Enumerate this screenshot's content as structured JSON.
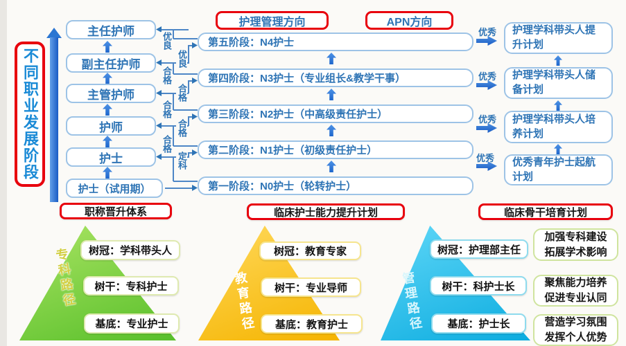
{
  "banner": {
    "text": "不同职业发展阶段"
  },
  "ladder": {
    "boxes": [
      "主任护师",
      "副主任护师",
      "主管护师",
      "护师",
      "护士",
      "护士（试用期）"
    ]
  },
  "directions": {
    "management": "护理管理方向",
    "apn": "APN方向"
  },
  "stages": [
    "第五阶段：N4护士",
    "第四阶段：N3护士（专业组长&教学干事）",
    "第三阶段：N2护士（中高级责任护士）",
    "第二阶段：N1护士（初级责任护士）",
    "第一阶段：N0护士（轮转护士）"
  ],
  "gates": [
    "优良",
    "优良",
    "合格",
    "合格",
    "合格",
    "合格",
    "合格",
    "定科"
  ],
  "excellence": [
    "优秀",
    "优秀",
    "优秀",
    "优秀"
  ],
  "plans": [
    "护理学科带头人提升计划",
    "护理学科带头人储备计划",
    "护理学科带头人培养计划",
    "优秀青年护士起航计划"
  ],
  "sections": [
    "职称晋升体系",
    "临床护士能力提升计划",
    "临床骨干培育计划"
  ],
  "pyramids": [
    {
      "path": "专科路径",
      "levels": [
        "树冠：学科带头人",
        "树干：专科护士",
        "基底：专业护士"
      ]
    },
    {
      "path": "教育路径",
      "levels": [
        "树冠：教育专家",
        "树干：专业导师",
        "基底：教育护士"
      ]
    },
    {
      "path": "管理路径",
      "levels": [
        "树冠：护理部主任",
        "树干：科护士长",
        "基底：护士长"
      ]
    }
  ],
  "outcomes": [
    {
      "line1": "加强专科建设",
      "line2": "拓展学术影响"
    },
    {
      "line1": "聚焦能力培养",
      "line2": "促进专业认同"
    },
    {
      "line1": "营造学习氛围",
      "line2": "发挥个人优势"
    }
  ],
  "colors": {
    "red": "#e8000d",
    "blue_text": "#2e74b5",
    "light_blue_border": "#9dc3e6",
    "banner_blue": "#1a8ad6",
    "arrow_blue": "#2b76d2",
    "green": "#6cc433",
    "yellow": "#f7b801",
    "cyan": "#29bdef"
  }
}
